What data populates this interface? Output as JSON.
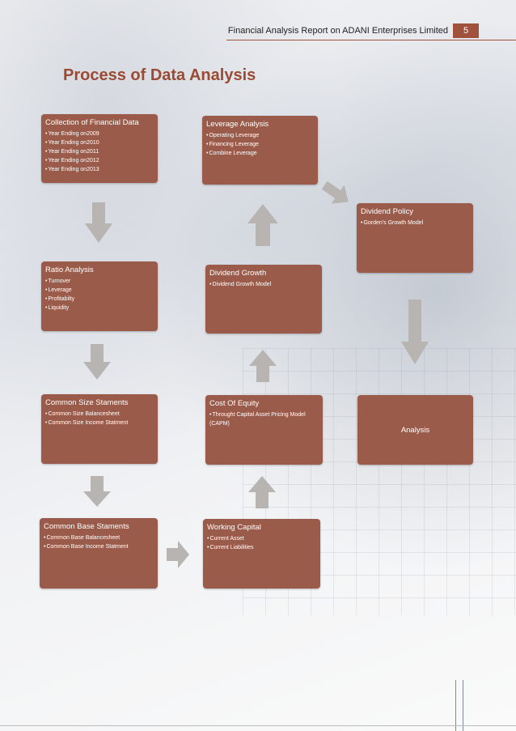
{
  "header": {
    "title": "Financial Analysis Report on ADANI Enterprises Limited",
    "page_number": "5"
  },
  "page_title": "Process of Data Analysis",
  "boxes": {
    "collection": {
      "title": "Collection of Financial Data",
      "items": [
        "Year Ending on2009",
        "Year Ending on2010",
        "Year Ending on2011",
        "Year Ending on2012",
        "Year Ending on2013"
      ]
    },
    "ratio": {
      "title": "Ratio Analysis",
      "items": [
        "Turnover",
        "Leverage",
        "Profitabilty",
        "Liquidity"
      ]
    },
    "common_size": {
      "title": "Common Size Staments",
      "items": [
        "Common Size Balancesheet",
        "Common Size Income Statment"
      ]
    },
    "common_base": {
      "title": "Common Base Staments",
      "items": [
        "Common Base Balancesheet",
        "Common Base Income Statment"
      ]
    },
    "working_capital": {
      "title": "Working Capital",
      "items": [
        "Current Asset",
        "Current Liabilities"
      ]
    },
    "cost_equity": {
      "title": "Cost Of Equity",
      "items": [
        "Throught Capital Asset Pricing Model (CAPM)"
      ]
    },
    "dividend_growth": {
      "title": "Dividend Growth",
      "items": [
        "Dividend Growth Model"
      ]
    },
    "leverage": {
      "title": "Leverage Analysis",
      "items": [
        "Operating Leverage",
        "Financing Leverage",
        "Combine Leverage"
      ]
    },
    "dividend_policy": {
      "title": "Dividend Policy",
      "items": [
        "Gorden's Growth Model"
      ]
    },
    "analysis": {
      "title": "Analysis"
    }
  },
  "colors": {
    "box": "#9b5b4a",
    "accent": "#a0523d",
    "title": "#9b4a33",
    "arrow": "#b8b4b2"
  }
}
